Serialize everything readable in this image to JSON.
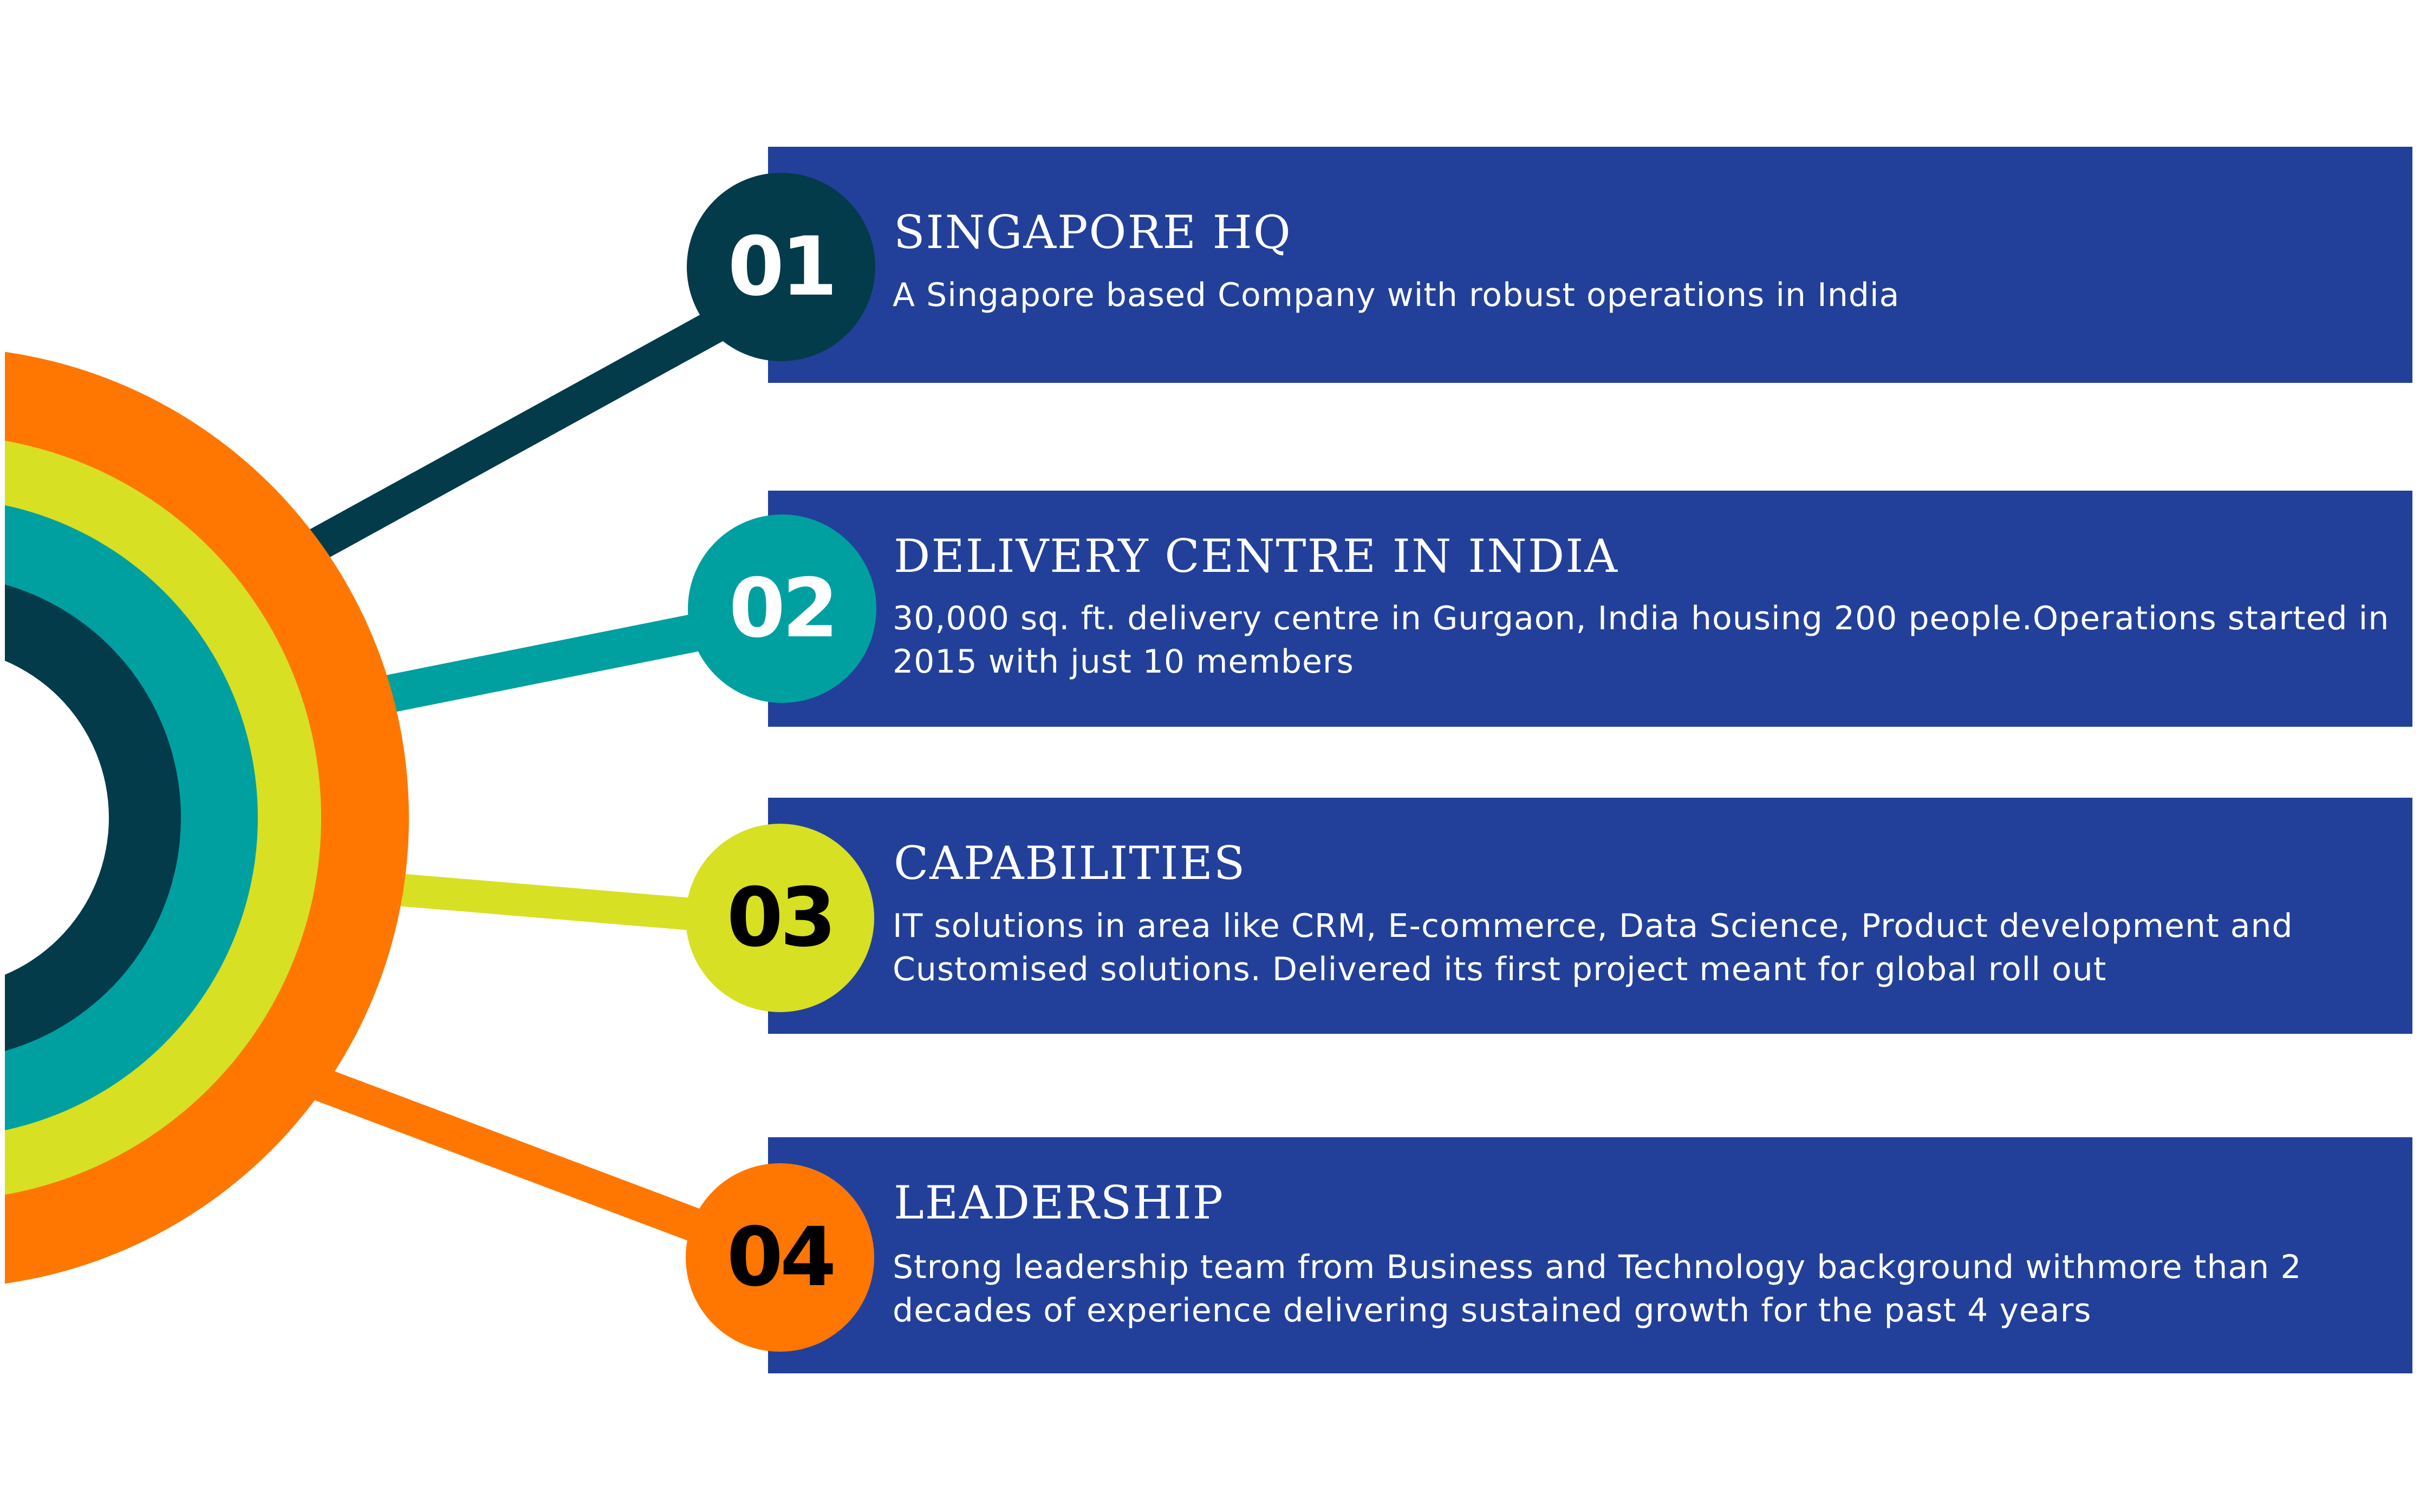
{
  "colors": {
    "panel": "#22409a",
    "dark": "#033b4a",
    "teal": "#00a0a0",
    "yellow": "#d7e022",
    "orange": "#ff7700"
  },
  "items": [
    {
      "number": "01",
      "title": "SINGAPORE HQ",
      "description": "A Singapore based Company with robust operations in India"
    },
    {
      "number": "02",
      "title": "DELIVERY CENTRE IN INDIA",
      "description": "30,000 sq. ft.  delivery centre in Gurgaon, India housing 200 people.Operations started in 2015 with just 10 members"
    },
    {
      "number": "03",
      "title": "CAPABILITIES",
      "description": "IT solutions in area like CRM, E-commerce, Data Science, Product development and Customised solutions. Delivered its first project meant for global roll out"
    },
    {
      "number": "04",
      "title": "LEADERSHIP",
      "description": "Strong leadership team from Business and Technology background withmore than 2 decades of experience delivering sustained growth for the past 4 years"
    }
  ]
}
